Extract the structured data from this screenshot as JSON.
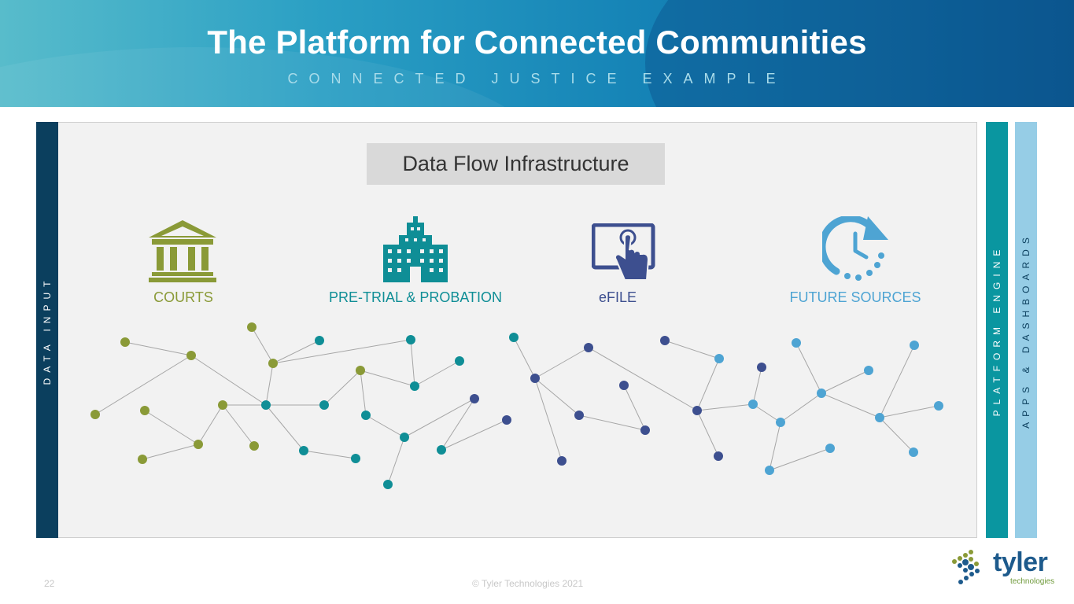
{
  "header": {
    "title": "The Platform for Connected Communities",
    "subtitle": "CONNECTED JUSTICE EXAMPLE"
  },
  "panel": {
    "heading": "Data Flow Infrastructure",
    "left_bar": "DATA INPUT",
    "engine_bar": "PLATFORM ENGINE",
    "apps_bar": "APPS & DASHBOARDS"
  },
  "sources": [
    {
      "label": "COURTS",
      "icon": "courthouse-icon",
      "color": "#8a9a37"
    },
    {
      "label": "PRE-TRIAL & PROBATION",
      "icon": "building-icon",
      "color": "#0f8e96"
    },
    {
      "label": "eFILE",
      "icon": "touch-tablet-icon",
      "color": "#3d4f8f"
    },
    {
      "label": "FUTURE SOURCES",
      "icon": "clock-refresh-icon",
      "color": "#4ea4d3"
    }
  ],
  "colors": {
    "courts": "#8a9a37",
    "pretrial": "#0f8e96",
    "efile": "#3d4f8f",
    "future": "#4ea4d3",
    "links": "#a6a6a6"
  },
  "footer": {
    "page_number": "22",
    "copyright": "© Tyler Technologies 2021"
  },
  "logo": {
    "word": "tyler",
    "sub": "technologies"
  }
}
